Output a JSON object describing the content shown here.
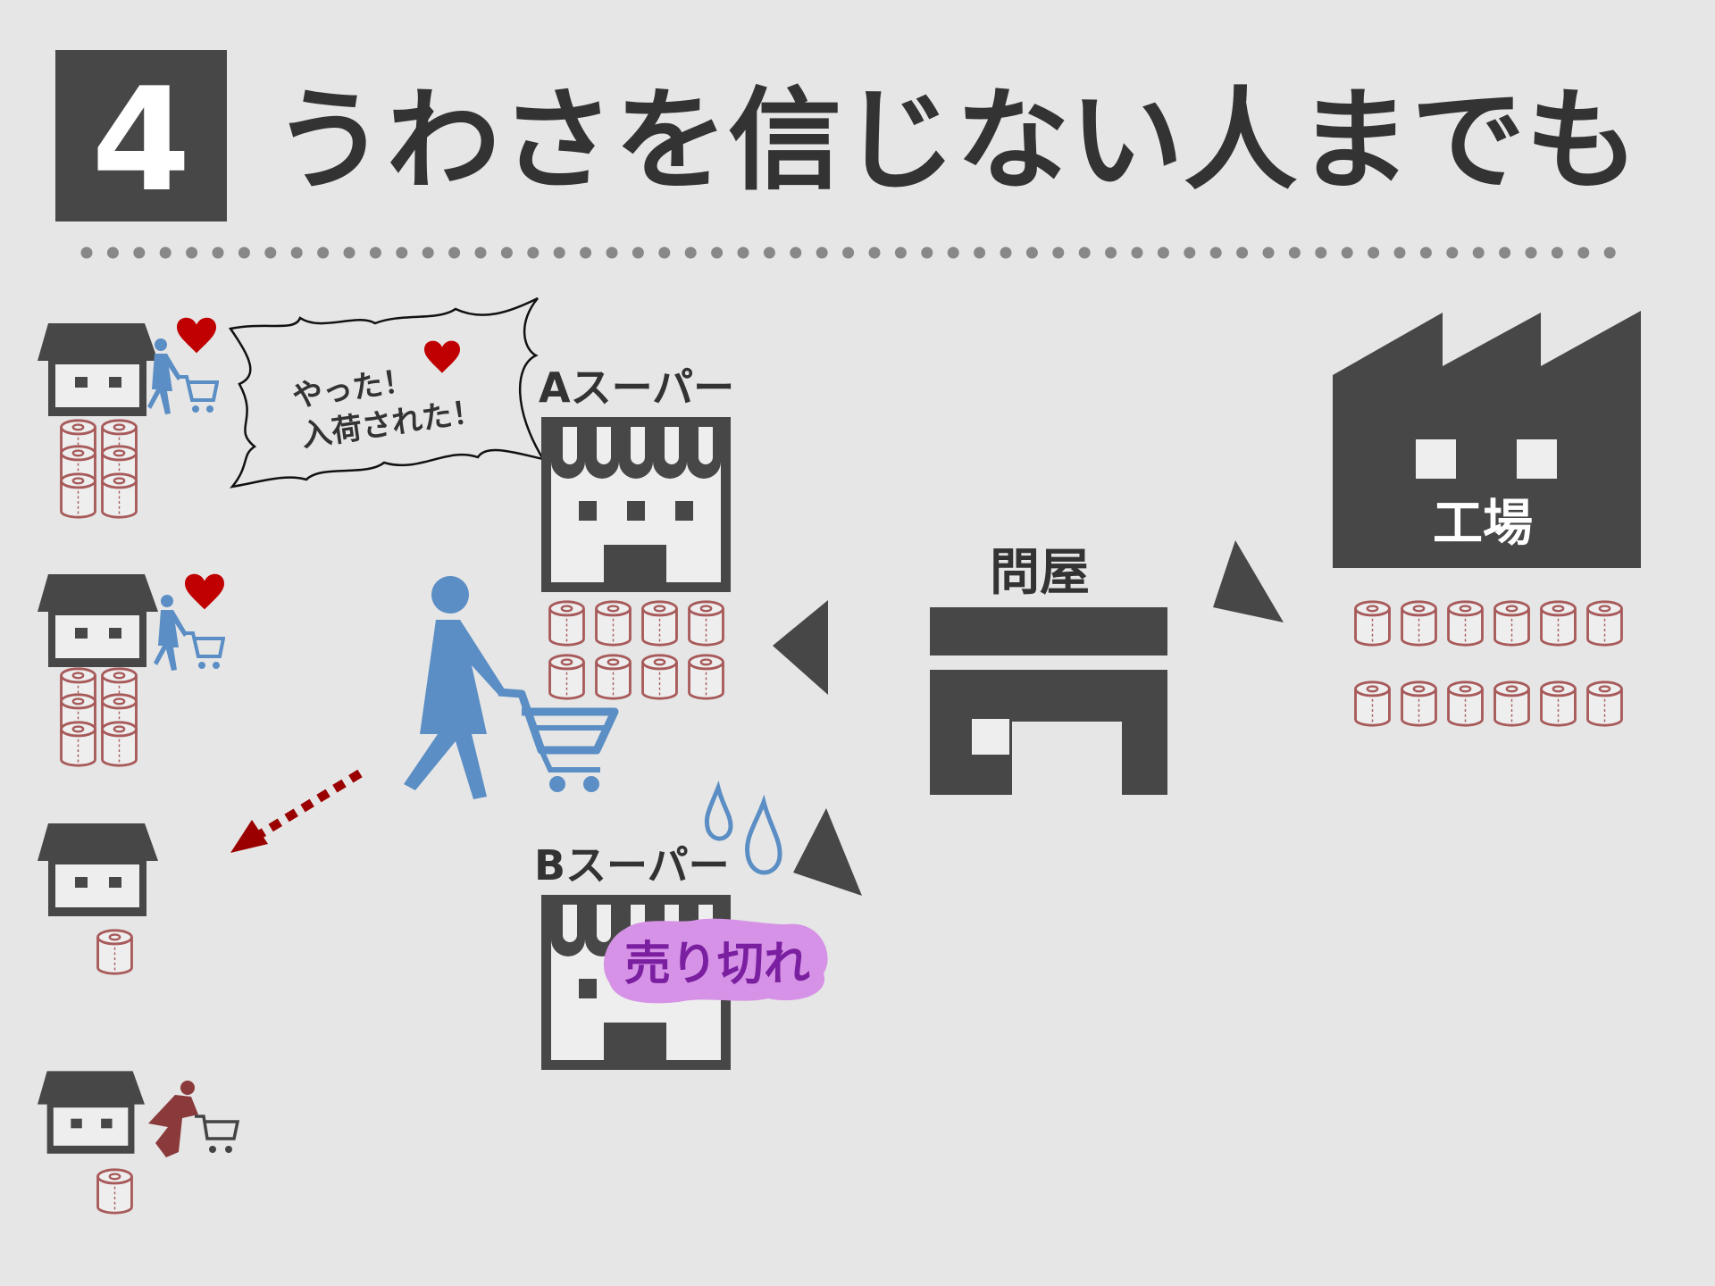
{
  "header": {
    "number": "4",
    "title": "うわさを信じない人までも"
  },
  "speech_bubble": {
    "line1": "やった！",
    "line2": "入荷された！"
  },
  "store_a": {
    "label": "Aスーパー"
  },
  "store_b": {
    "label": "Bスーパー",
    "sold_out": "売り切れ"
  },
  "wholesaler": {
    "label": "問屋"
  },
  "factory": {
    "label": "工場"
  },
  "colors": {
    "dark": "#474747",
    "background": "#e6e6e6",
    "roll": "#a85a5a",
    "person": "#5b8ec4",
    "heart": "#c00000",
    "sold_out_bg": "#d592e6",
    "sold_out_text": "#7a1fa0",
    "arrow": "#9a0000"
  }
}
